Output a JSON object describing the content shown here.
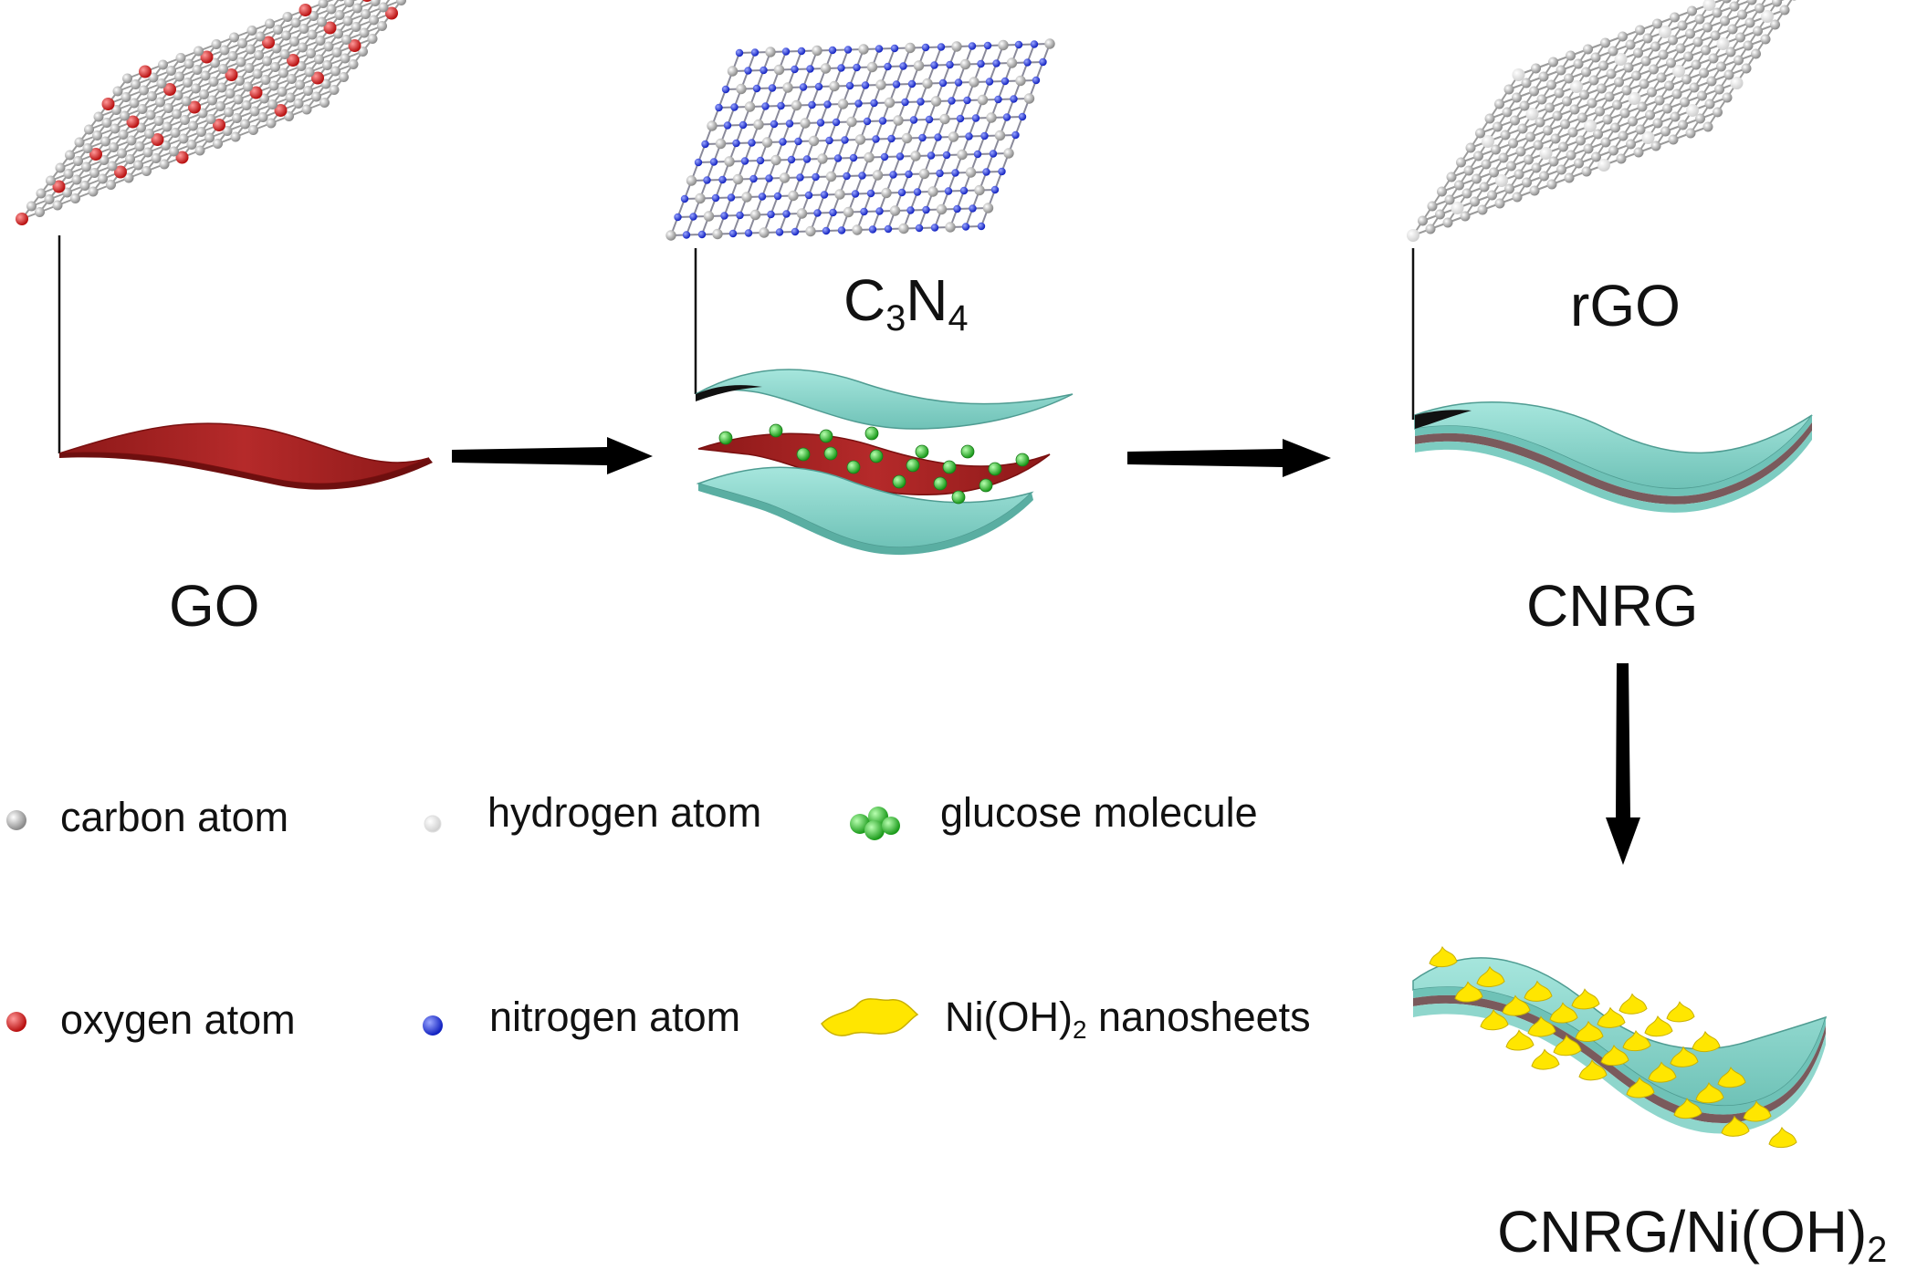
{
  "labels": {
    "go": "GO",
    "c3n4_main": "C",
    "c3n4_sub1": "3",
    "c3n4_mid": "N",
    "c3n4_sub2": "4",
    "rgo": "rGO",
    "cnrg": "CNRG",
    "final_main": "CNRG/Ni(OH)",
    "final_sub": "2"
  },
  "legend": {
    "carbon": "carbon atom",
    "hydrogen": "hydrogen atom",
    "glucose": "glucose molecule",
    "oxygen": "oxygen atom",
    "nitrogen": "nitrogen atom",
    "nioh_main": "Ni(OH)",
    "nioh_sub": "2",
    "nioh_rest": " nanosheets"
  },
  "colors": {
    "go_sheet": "#a52424",
    "c3n4_sheet": "#8fd6cc",
    "rgo_layer": "#7a5a5c",
    "carbon": "#b8b8b8",
    "hydrogen": "#f2f2f2",
    "oxygen": "#d42020",
    "nitrogen": "#1c2fd8",
    "glucose": "#2ecc2e",
    "nioh": "#ffe600"
  },
  "icons": [
    "arrow-right-icon",
    "arrow-down-icon",
    "carbon-atom-icon",
    "hydrogen-atom-icon",
    "glucose-molecule-icon",
    "oxygen-atom-icon",
    "nitrogen-atom-icon",
    "nioh-nanosheet-icon"
  ]
}
